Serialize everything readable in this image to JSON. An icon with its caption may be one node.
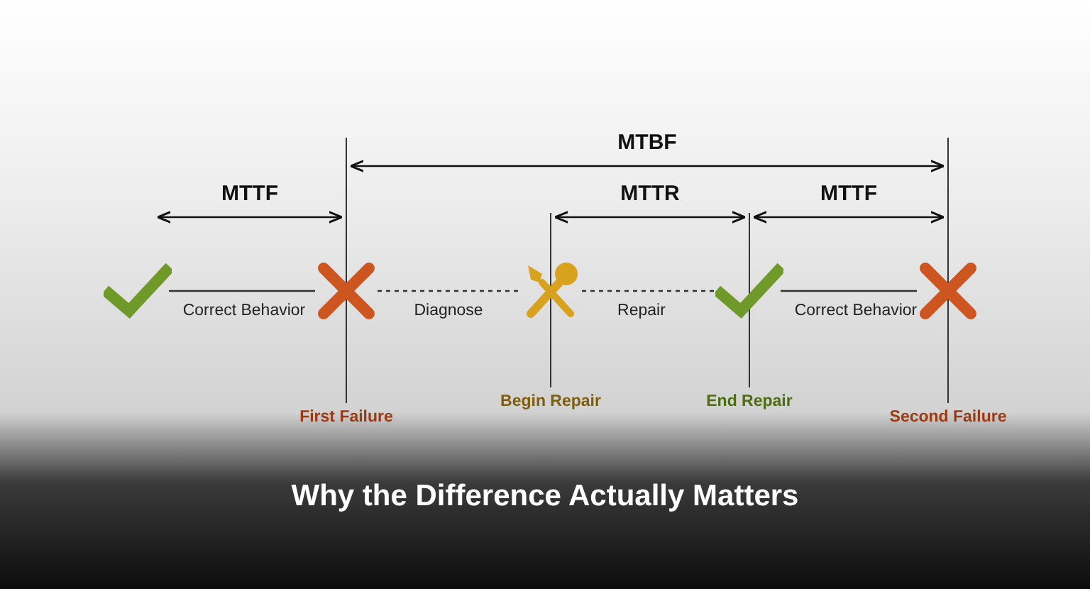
{
  "diagram": {
    "title": "Why the Difference Actually Matters",
    "nodes": [
      {
        "text": [],
        "shape": "picture"
      },
      {
        "text": [],
        "shape": "picture"
      },
      {
        "text": [],
        "shape": "picture"
      },
      {
        "text": [],
        "shape": "picture"
      },
      {
        "text": [],
        "shape": "picture"
      }
    ],
    "edges": [
      {
        "from": 0,
        "to": 1,
        "arrow": "none",
        "label": "Correct Behavior"
      },
      {
        "from": 1,
        "to": 2,
        "arrow": "none",
        "label": "Diagnose",
        "style": "dashed"
      },
      {
        "from": 2,
        "to": 3,
        "arrow": "none",
        "label": "Repair",
        "style": "dashed"
      },
      {
        "from": 3,
        "to": 4,
        "arrow": "none",
        "label": "Correct Behavior"
      }
    ],
    "labels": [
      "MTBF",
      "MTTF",
      "MTTR",
      "MTTF",
      "First Failure",
      "Begin Repair",
      "End Repair",
      "Second Failure"
    ]
  }
}
